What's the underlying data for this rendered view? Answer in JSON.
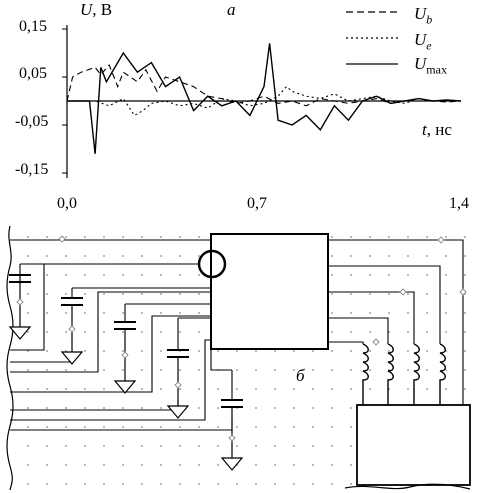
{
  "chart_data": {
    "type": "line",
    "panel_label": "а",
    "y_label": "U",
    "y_unit": ", В",
    "x_label": "t",
    "x_unit": ", нс",
    "xlim": [
      0,
      1.4
    ],
    "ylim": [
      -0.15,
      0.15
    ],
    "y_ticks": [
      "0,15",
      "0,05",
      "-0,05",
      "-0,15"
    ],
    "x_ticks": [
      "0,0",
      "0,7",
      "1,4"
    ],
    "legend_position": "top-right",
    "series": [
      {
        "name": "U_b",
        "legend_main": "U",
        "legend_sub": "b",
        "style": "dashed",
        "x": [
          0.0,
          0.02,
          0.05,
          0.1,
          0.12,
          0.15,
          0.18,
          0.2,
          0.25,
          0.28,
          0.32,
          0.35,
          0.4,
          0.45,
          0.5,
          0.55,
          0.6,
          0.65,
          0.7,
          0.75,
          0.8,
          0.85,
          0.9,
          0.95,
          1.0,
          1.05,
          1.1,
          1.15,
          1.2,
          1.25,
          1.3,
          1.35,
          1.4
        ],
        "values": [
          0.0,
          0.05,
          0.06,
          0.07,
          0.055,
          0.075,
          0.03,
          0.06,
          0.04,
          0.065,
          0.02,
          0.05,
          0.04,
          0.03,
          0.01,
          0.005,
          -0.005,
          0.0,
          0.01,
          -0.005,
          0.0,
          -0.01,
          0.005,
          0.0,
          -0.005,
          0.0,
          0.005,
          -0.005,
          0.0,
          0.005,
          0.0,
          -0.002,
          0.0
        ]
      },
      {
        "name": "U_e",
        "legend_main": "U",
        "legend_sub": "e",
        "style": "dotted",
        "x": [
          0.0,
          0.1,
          0.15,
          0.2,
          0.24,
          0.27,
          0.3,
          0.35,
          0.4,
          0.45,
          0.5,
          0.55,
          0.6,
          0.65,
          0.7,
          0.75,
          0.78,
          0.8,
          0.85,
          0.9,
          0.95,
          1.0,
          1.05,
          1.1,
          1.15,
          1.2,
          1.25,
          1.3,
          1.35,
          1.4
        ],
        "values": [
          0.0,
          0.0,
          -0.01,
          0.005,
          -0.03,
          -0.02,
          -0.005,
          0.0,
          -0.01,
          -0.005,
          -0.015,
          0.005,
          0.0,
          -0.01,
          -0.005,
          0.01,
          0.03,
          0.02,
          0.01,
          0.005,
          0.015,
          0.0,
          0.005,
          0.01,
          0.0,
          -0.005,
          0.005,
          0.0,
          0.002,
          0.0
        ]
      },
      {
        "name": "U_max",
        "legend_main": "U",
        "legend_sub": "max",
        "style": "solid",
        "x": [
          0.0,
          0.08,
          0.1,
          0.12,
          0.14,
          0.18,
          0.2,
          0.25,
          0.3,
          0.35,
          0.4,
          0.45,
          0.5,
          0.55,
          0.6,
          0.65,
          0.7,
          0.72,
          0.75,
          0.8,
          0.85,
          0.9,
          0.95,
          1.0,
          1.05,
          1.1,
          1.15,
          1.2,
          1.25,
          1.3,
          1.35,
          1.4
        ],
        "values": [
          0.0,
          0.0,
          -0.11,
          0.07,
          0.04,
          0.08,
          0.1,
          0.06,
          0.08,
          0.03,
          0.05,
          -0.02,
          0.01,
          -0.01,
          0.0,
          -0.03,
          0.03,
          0.12,
          -0.04,
          -0.05,
          -0.03,
          -0.06,
          -0.01,
          -0.04,
          0.0,
          0.01,
          -0.005,
          0.0,
          0.005,
          0.0,
          0.002,
          0.0
        ]
      }
    ]
  },
  "schematic": {
    "panel_label": "б",
    "capacitors": 5,
    "inductors": 4
  }
}
